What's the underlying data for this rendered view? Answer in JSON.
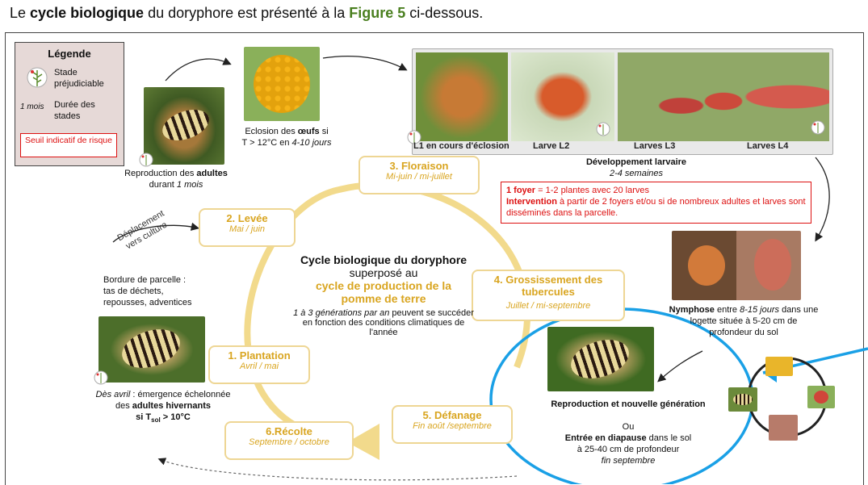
{
  "headline": {
    "p1": "Le ",
    "b1": "cycle biologique",
    "p2": " du doryphore est présenté à la ",
    "b2": "Figure 5",
    "p3": " ci-dessous."
  },
  "legend": {
    "title": "Légende",
    "stade": "Stade préjudiciable",
    "mois": "1 mois",
    "duree": "Durée des stades",
    "seuil": "Seuil indicatif de risque"
  },
  "photos": {
    "eclosion": {
      "l1": "Eclosion des ",
      "b": "œufs",
      "l2": " si",
      "l3": "T > 12°C en ",
      "i": "4-10 jours"
    },
    "repro": {
      "l1": "Reproduction des ",
      "b": "adultes",
      "l2": "durant ",
      "i": "1 mois"
    },
    "larvae": [
      "L1 en cours d'éclosion",
      "Larve L2",
      "Larves L3",
      "Larves L4"
    ],
    "dev": {
      "b": "Développement larvaire",
      "i": "2-4 semaines"
    },
    "nymph": {
      "b": "Nymphose",
      "t1": " entre ",
      "i1": "8-15 jours",
      "t2": " dans une",
      "l2": "logette située à 5-20 cm de",
      "l3": "profondeur du sol"
    },
    "bordure": {
      "l1": "Bordure de parcelle :",
      "l2": "tas de déchets,",
      "l3": "repousses, adventices"
    },
    "emergence": {
      "i": "Dès avril",
      "t1": " : émergence échelonnée",
      "t2": "des ",
      "b": "adultes hivernants",
      "t3": "si T",
      "sub": "sol",
      "t4": " > 10°C"
    },
    "nouv": {
      "b": "Reproduction et nouvelle génération",
      "ou": "Ou",
      "b2": "Entrée en diapause",
      "t2": " dans le sol",
      "l3": "à 25-40 cm de profondeur",
      "i": "fin septembre"
    },
    "deplacement": "Déplacement vers culture"
  },
  "redbox": {
    "b1": "1 foyer",
    "t1": " = 1-2 plantes avec 20 larves",
    "b2": "Intervention",
    "t2": " à partir de 2 foyers et/ou si de nombreux adultes et larves sont disséminés dans la parcelle."
  },
  "stages": [
    {
      "name": "1. Plantation",
      "date": "Avril / mai"
    },
    {
      "name": "2. Levée",
      "date": "Mai  / juin"
    },
    {
      "name": "3. Floraison",
      "date": "Mi-juin / mi-juillet"
    },
    {
      "name": "4. Grossissement des tubercules",
      "date": "Juillet / mi-septembre"
    },
    {
      "name": "5. Défanage",
      "date": "Fin août /septembre"
    },
    {
      "name": "6.Récolte",
      "date": "Septembre / octobre"
    }
  ],
  "center": {
    "title": "Cycle biologique du doryphore",
    "sub": "superposé au",
    "gold": "cycle de production de la pomme de terre",
    "i": "1 à 3 générations par an",
    "rest": " peuvent se succéder en fonction des conditions climatiques de l'année"
  },
  "colors": {
    "gold": "#d9a520",
    "gold_light": "#f2da8c",
    "red": "#d11111",
    "annotation_blue": "#1aa0e6",
    "green": "#4a7f1f"
  }
}
